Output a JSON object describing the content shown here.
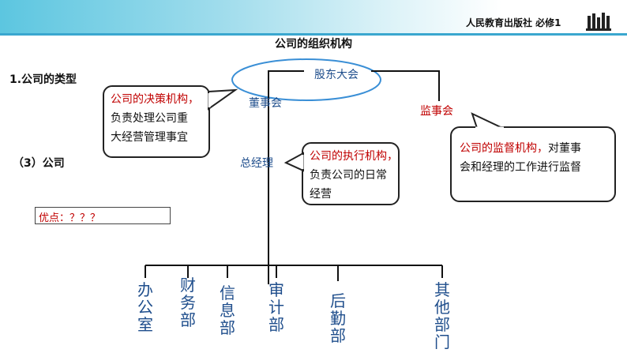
{
  "header": {
    "publisher": "人民教育出版社 必修1",
    "logo_icon": "books-icon"
  },
  "slide": {
    "title": "公司的组织机构",
    "heading": "1.公司的类型",
    "subheading": "（3）公司",
    "advantage": "优点：？？？"
  },
  "org": {
    "shareholders": "股东大会",
    "board": "董事会",
    "supervisors": "监事会",
    "manager": "总经理",
    "departments": [
      "办公室",
      "财务部",
      "信息部",
      "审计部",
      "后勤部",
      "其他部门"
    ]
  },
  "callouts": {
    "board": {
      "highlight": "公司的决策机构，",
      "line2": "负责处理公司重",
      "line3": "大经营管理事宜"
    },
    "manager": {
      "highlight": "公司的执行机构，",
      "line2": "负责公司的日常",
      "line3": "经营"
    },
    "supervisors": {
      "highlight": "公司的监督机构，",
      "rest": "对董事",
      "line2": "会和经理的工作进行监督"
    }
  },
  "colors": {
    "accent_red": "#c00000",
    "node_blue": "#1f4e8c",
    "banner": "#5cc6e0"
  }
}
